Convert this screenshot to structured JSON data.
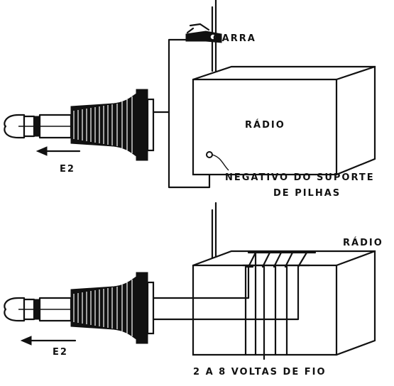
{
  "top": {
    "garra_label": "GARRA",
    "radio_label": "RÁDIO",
    "negativo_line1": "NEGATIVO DO SUPORTE",
    "negativo_line2": "DE PILHAS",
    "arrow_label": "E2"
  },
  "bottom": {
    "radio_label": "RÁDIO",
    "arrow_label": "E2",
    "turns_label": "2 A 8 VOLTAS DE FIO"
  }
}
